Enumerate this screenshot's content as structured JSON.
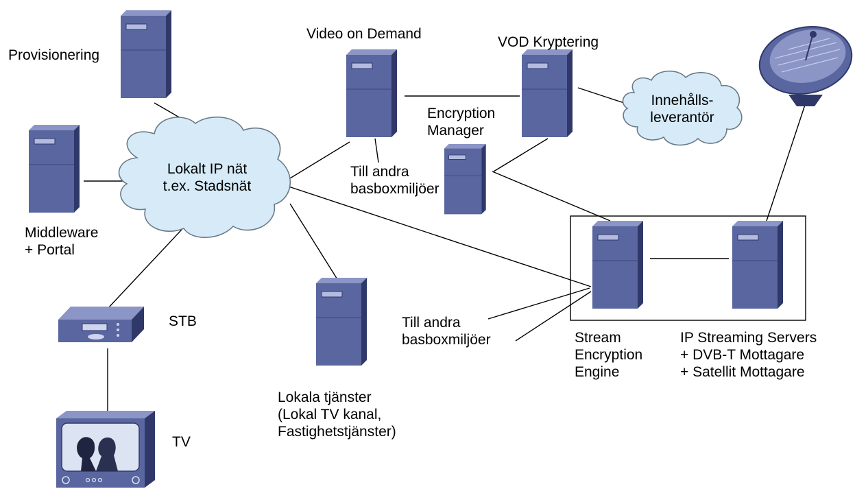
{
  "nodes": {
    "provisioning": {
      "label": "Provisionering"
    },
    "middleware": {
      "lines": [
        "Middleware",
        "+ Portal"
      ]
    },
    "vod": {
      "label": "Video on Demand"
    },
    "vod_encryption": {
      "label": "VOD Kryptering"
    },
    "encryption_manager": {
      "lines": [
        "Encryption",
        "Manager"
      ]
    },
    "content_provider": {
      "lines": [
        "Innehålls-",
        "leverantör"
      ]
    },
    "local_ip_network": {
      "lines": [
        "Lokalt IP nät",
        "t.ex. Stadsnät"
      ]
    },
    "other_envs_top": {
      "lines": [
        "Till andra",
        "basboxmiljöer"
      ]
    },
    "other_envs_bottom": {
      "lines": [
        "Till andra",
        "basboxmiljöer"
      ]
    },
    "stb": {
      "label": "STB"
    },
    "tv": {
      "label": "TV"
    },
    "local_services": {
      "lines": [
        "Lokala tjänster",
        "(Lokal TV kanal,",
        "Fastighetstjänster)"
      ]
    },
    "stream_encryption_engine": {
      "lines": [
        "Stream",
        "Encryption",
        "Engine"
      ]
    },
    "ip_streaming_servers": {
      "lines": [
        "IP Streaming Servers",
        "+ DVB-T Mottagare",
        "+ Satellit Mottagare"
      ]
    }
  },
  "colors": {
    "server_front": "#5a669f",
    "server_side": "#2f3868",
    "server_top": "#8b95c6",
    "cloud_fill": "#d6ebf7",
    "cloud_stroke": "#6a7a88",
    "line": "#000000"
  }
}
